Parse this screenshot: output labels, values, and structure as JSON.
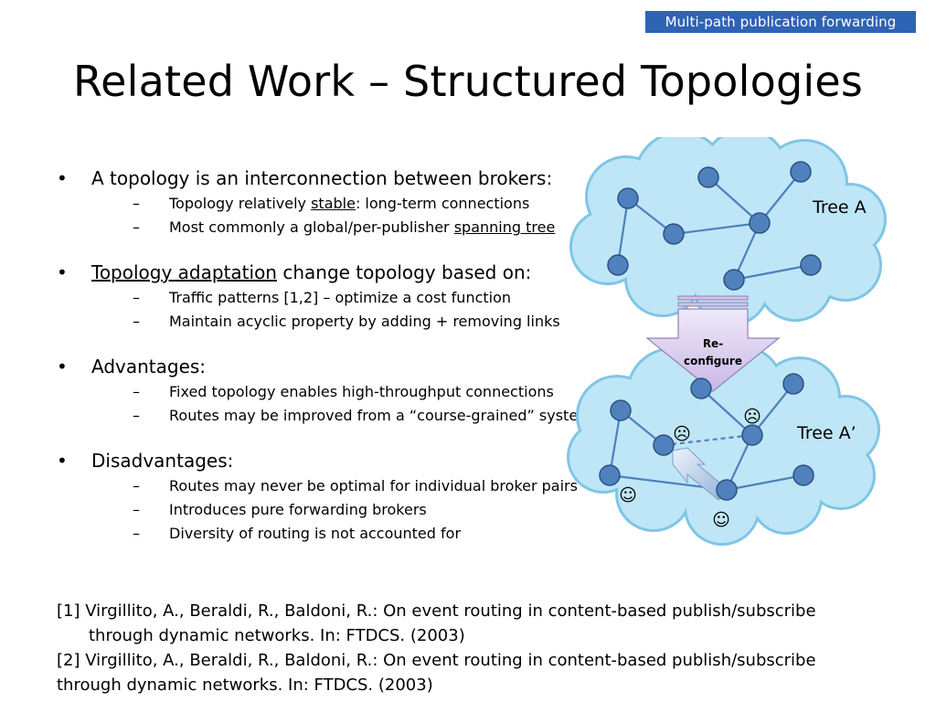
{
  "header": {
    "tag": "Multi-path publication forwarding"
  },
  "title": "Related Work – Structured Topologies",
  "bullets": [
    {
      "parts": [
        {
          "text": "A topology is an interconnection between brokers:",
          "u": false
        }
      ],
      "subs": [
        [
          {
            "text": "Topology relatively  ",
            "u": false
          },
          {
            "text": "stable",
            "u": true
          },
          {
            "text": ": long-term connections",
            "u": false
          }
        ],
        [
          {
            "text": "Most commonly a global/per-publisher ",
            "u": false
          },
          {
            "text": "spanning tree",
            "u": true
          }
        ]
      ]
    },
    {
      "parts": [
        {
          "text": "Topology adaptation",
          "u": true
        },
        {
          "text": " change topology based on:",
          "u": false
        }
      ],
      "subs": [
        [
          {
            "text": "Traffic  patterns [1,2] – optimize a cost function",
            "u": false
          }
        ],
        [
          {
            "text": "Maintain acyclic property by adding + removing links",
            "u": false
          }
        ]
      ]
    },
    {
      "parts": [
        {
          "text": "Advantages:",
          "u": false
        }
      ],
      "subs": [
        [
          {
            "text": "Fixed topology enables high-throughput connections",
            "u": false
          }
        ],
        [
          {
            "text": "Routes may be improved from a “course-grained” system",
            "u": false
          }
        ]
      ]
    },
    {
      "parts": [
        {
          "text": "Disadvantages:",
          "u": false
        }
      ],
      "subs": [
        [
          {
            "text": "Routes may never be optimal for individual broker pairs",
            "u": false
          }
        ],
        [
          {
            "text": "Introduces pure forwarding brokers",
            "u": false
          }
        ],
        [
          {
            "text": "Diversity of routing is not accounted for",
            "u": false
          }
        ]
      ]
    }
  ],
  "diagram": {
    "tree_a_label": "Tree A",
    "tree_a2_label": "Tree A’",
    "arrow_label_1": "Re-",
    "arrow_label_2": "configure",
    "sad_face": "☹",
    "happy_face": "☺"
  },
  "references": {
    "r1_line1": "[1] Virgillito, A., Beraldi, R., Baldoni, R.: On event routing in content-based publish/subscribe",
    "r1_line2": "through dynamic networks. In: FTDCS. (2003)",
    "r2_line1": "[2] Virgillito, A., Beraldi, R., Baldoni, R.: On event routing in content-based publish/subscribe",
    "r2_line2": "through dynamic networks. In: FTDCS. (2003)"
  },
  "colors": {
    "header_bg": "#2f63b4",
    "cloud_fill": "#bfe6f6",
    "cloud_stroke": "#7fc6e6",
    "node_fill": "#4f81bd",
    "node_stroke": "#2c5282",
    "arrow_fill": "#d9ccef"
  }
}
